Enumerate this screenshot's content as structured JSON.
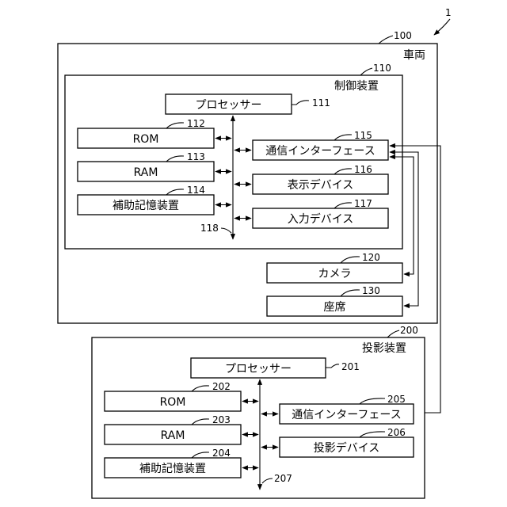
{
  "figure_ref": "1",
  "vehicle": {
    "ref": "100",
    "title": "車両",
    "control": {
      "ref": "110",
      "title": "制御装置",
      "processor": {
        "ref": "111",
        "label": "プロセッサー"
      },
      "rom": {
        "ref": "112",
        "label": "ROM"
      },
      "ram": {
        "ref": "113",
        "label": "RAM"
      },
      "storage": {
        "ref": "114",
        "label": "補助記憶装置"
      },
      "comm": {
        "ref": "115",
        "label": "通信インターフェース"
      },
      "display": {
        "ref": "116",
        "label": "表示デバイス"
      },
      "input": {
        "ref": "117",
        "label": "入力デバイス"
      },
      "bus_ref": "118"
    },
    "camera": {
      "ref": "120",
      "label": "カメラ"
    },
    "seat": {
      "ref": "130",
      "label": "座席"
    }
  },
  "projector": {
    "ref": "200",
    "title": "投影装置",
    "processor": {
      "ref": "201",
      "label": "プロセッサー"
    },
    "rom": {
      "ref": "202",
      "label": "ROM"
    },
    "ram": {
      "ref": "203",
      "label": "RAM"
    },
    "storage": {
      "ref": "204",
      "label": "補助記憶装置"
    },
    "comm": {
      "ref": "205",
      "label": "通信インターフェース"
    },
    "device": {
      "ref": "206",
      "label": "投影デバイス"
    },
    "bus_ref": "207"
  }
}
